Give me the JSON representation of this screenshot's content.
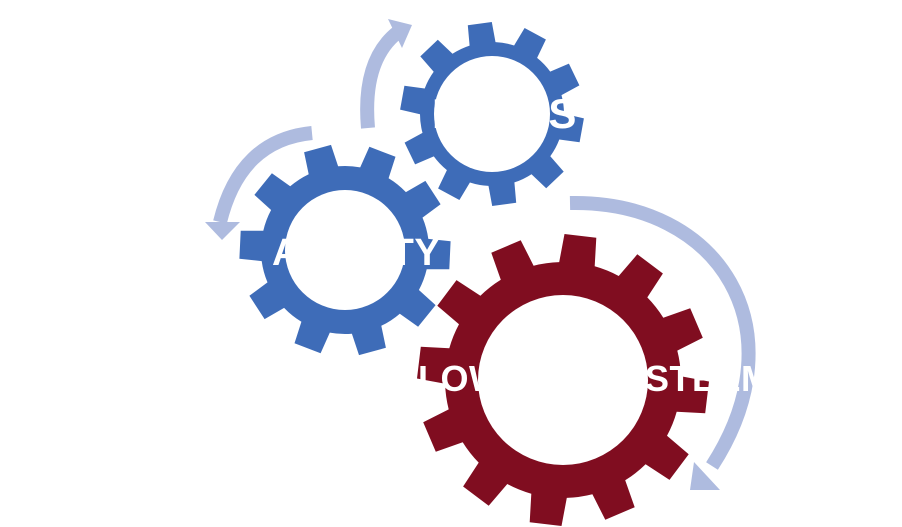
{
  "diagram": {
    "gears": [
      {
        "id": "fears",
        "label": "FEARS",
        "color": "#3e6cb8"
      },
      {
        "id": "anxiety",
        "label": "ANXIETY",
        "color": "#3e6cb8"
      },
      {
        "id": "self-esteem",
        "label": "LOW SELF-ESTEEM",
        "color": "#800d20"
      }
    ],
    "arrow_color": "#aebbdf"
  }
}
